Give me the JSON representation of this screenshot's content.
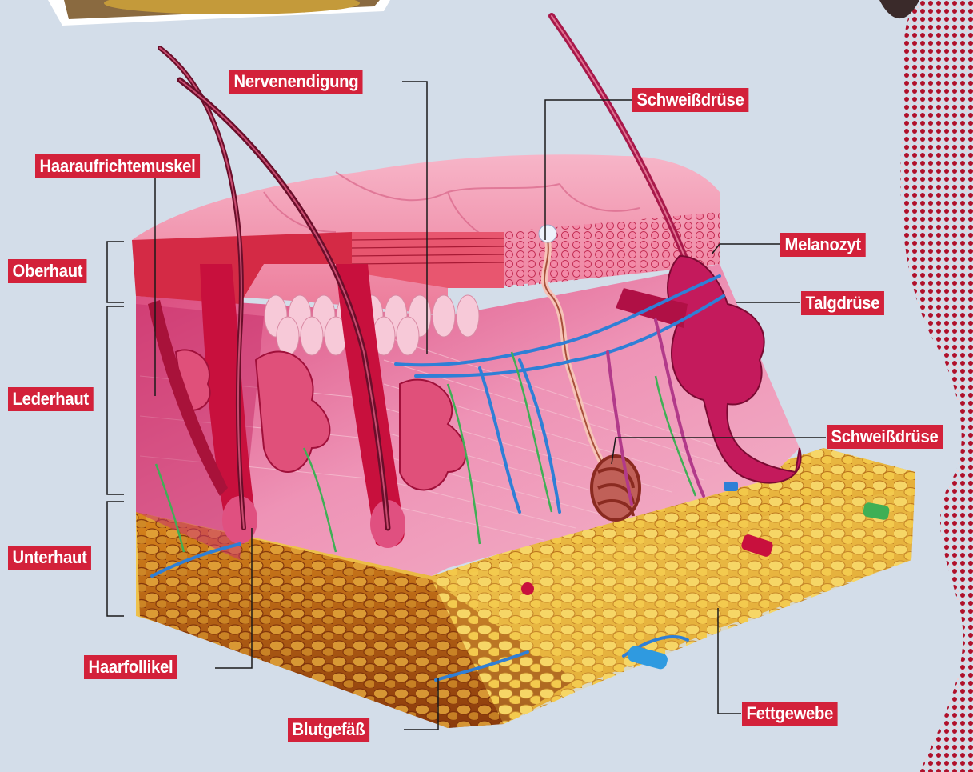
{
  "labels": {
    "nervenendigung": "Nervenendigung",
    "schweissdruese_top": "Schweißdrüse",
    "haaraufrichtemuskel": "Haaraufrichtemuskel",
    "oberhaut": "Oberhaut",
    "melanozyt": "Melanozyt",
    "talgdruese": "Talgdrüse",
    "lederhaut": "Lederhaut",
    "schweissdruese_bottom": "Schweißdrüse",
    "unterhaut": "Unterhaut",
    "haarfollikel": "Haarfollikel",
    "blutgefaess": "Blutgefäß",
    "fettgewebe": "Fettgewebe"
  },
  "colors": {
    "background": "#d3dde9",
    "label_bg": "#d3213a",
    "label_text": "#ffffff",
    "epidermis": "#e9718f",
    "dermis": "#e98fb0",
    "fat": "#e8b43a"
  }
}
